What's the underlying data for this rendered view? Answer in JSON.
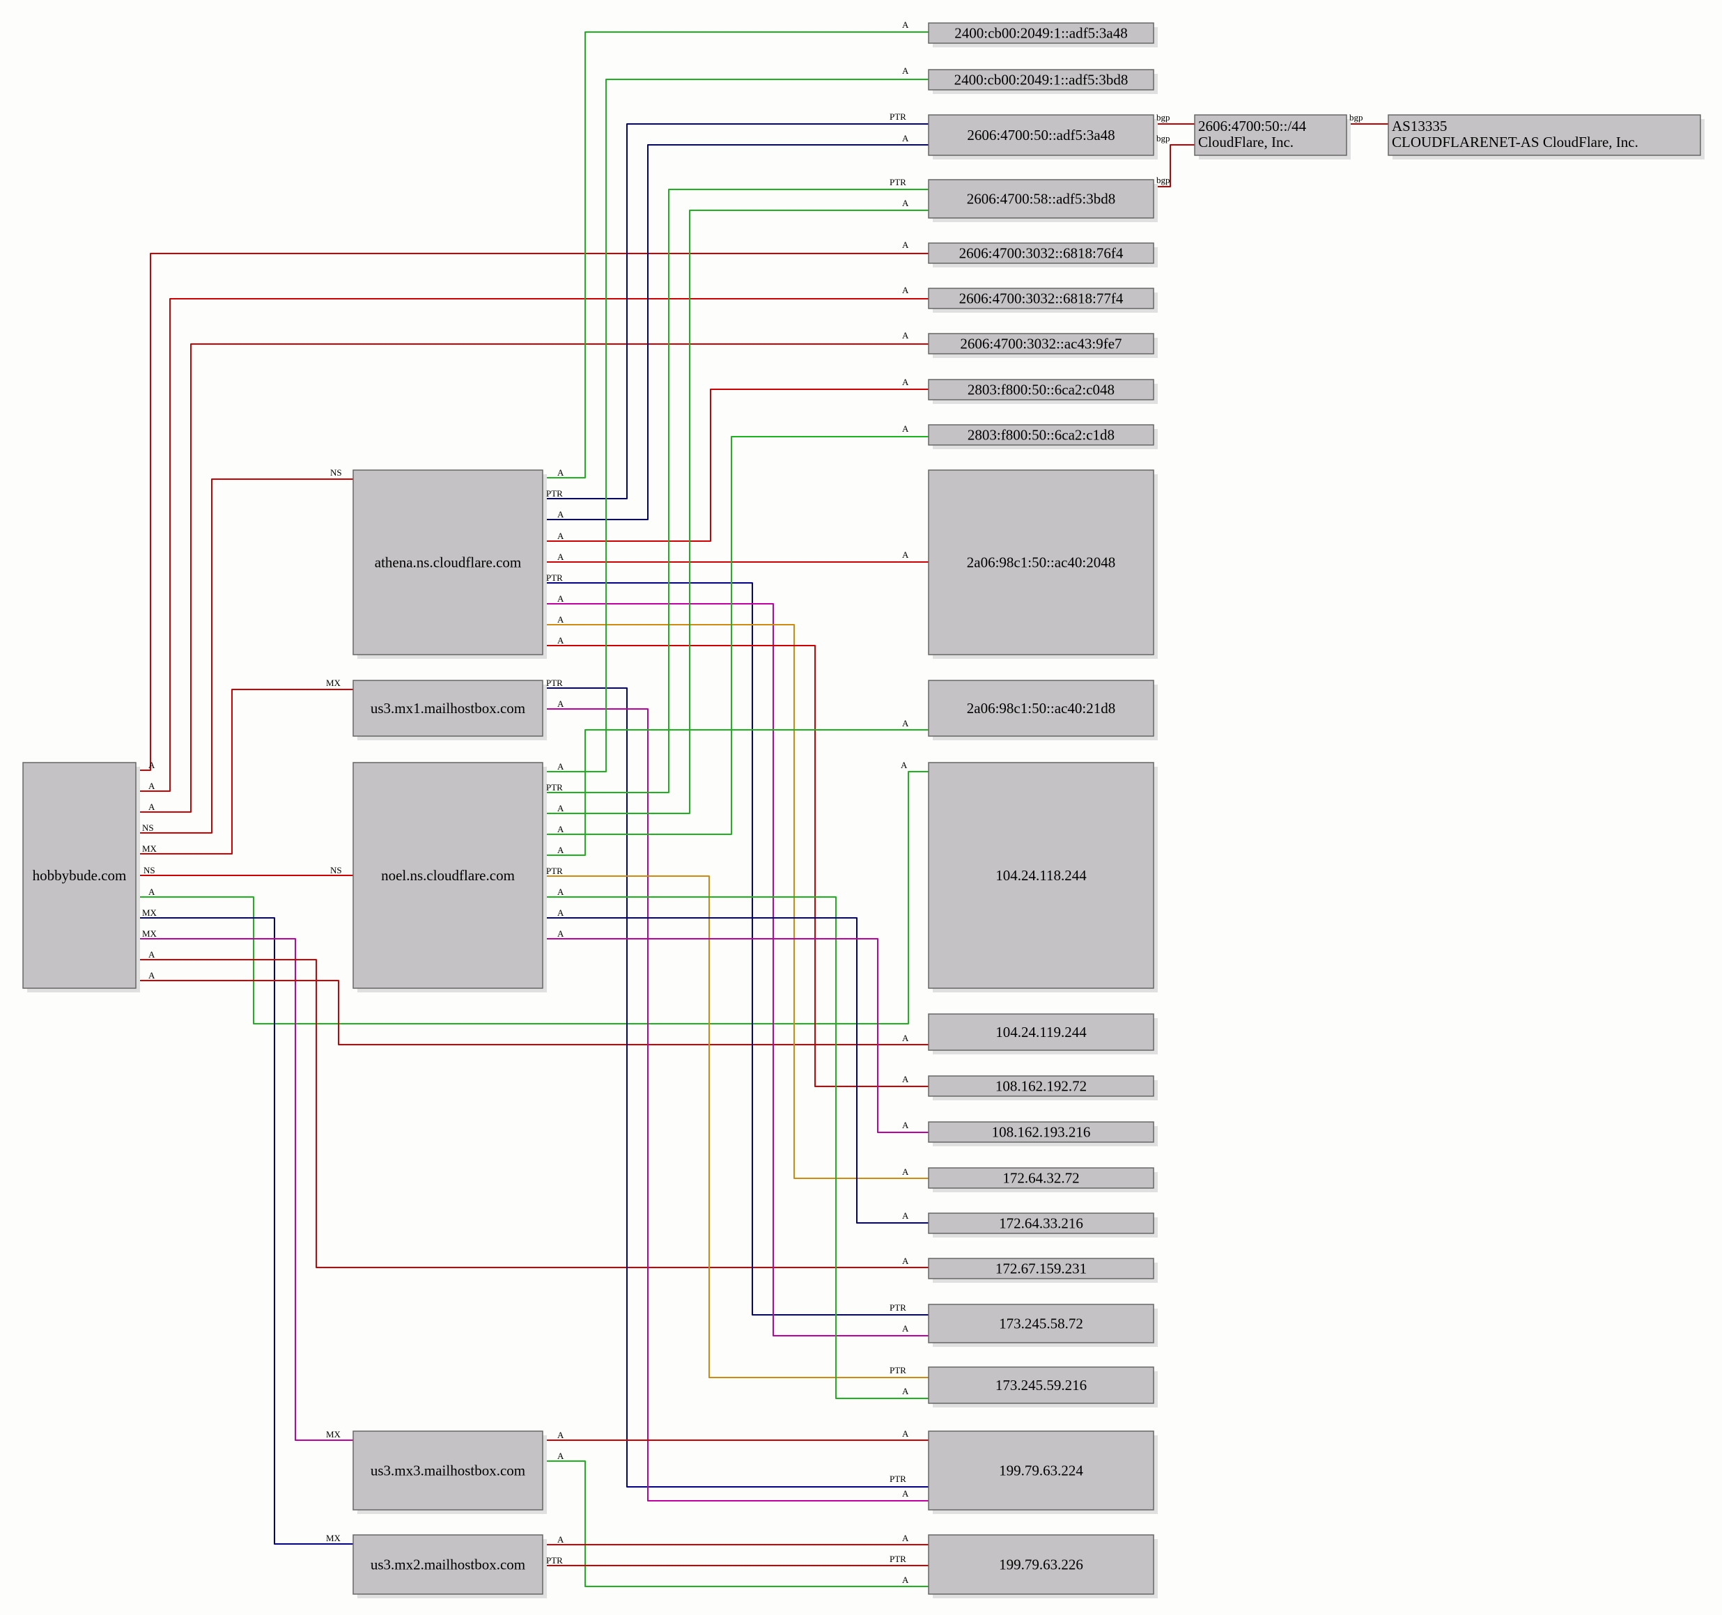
{
  "colors": {
    "A": "#d10000",
    "NS": "#c00000",
    "MX": "#c00000",
    "bgp": "#c00000",
    "green": "#1cb41c",
    "navy": "#000088",
    "magenta": "#c000a0",
    "orange": "#d08a10",
    "node_fill": "#c4c2c4",
    "node_border": "#666666",
    "node_shadow": "#e0e0e0"
  },
  "nodes": [
    {
      "id": "hobby",
      "label": "hobbybude.com"
    },
    {
      "id": "athena",
      "label": "athena.ns.cloudflare.com"
    },
    {
      "id": "mx1",
      "label": "us3.mx1.mailhostbox.com"
    },
    {
      "id": "noel",
      "label": "noel.ns.cloudflare.com"
    },
    {
      "id": "mx3",
      "label": "us3.mx3.mailhostbox.com"
    },
    {
      "id": "mx2",
      "label": "us3.mx2.mailhostbox.com"
    },
    {
      "id": "v6a",
      "label": "2400:cb00:2049:1::adf5:3a48"
    },
    {
      "id": "v6b",
      "label": "2400:cb00:2049:1::adf5:3bd8"
    },
    {
      "id": "v6c",
      "label": "2606:4700:50::adf5:3a48"
    },
    {
      "id": "v6d",
      "label": "2606:4700:58::adf5:3bd8"
    },
    {
      "id": "v6e",
      "label": "2606:4700:3032::6818:76f4"
    },
    {
      "id": "v6f",
      "label": "2606:4700:3032::6818:77f4"
    },
    {
      "id": "v6g",
      "label": "2606:4700:3032::ac43:9fe7"
    },
    {
      "id": "v6h",
      "label": "2803:f800:50::6ca2:c048"
    },
    {
      "id": "v6i",
      "label": "2803:f800:50::6ca2:c1d8"
    },
    {
      "id": "v6j",
      "label": "2a06:98c1:50::ac40:2048"
    },
    {
      "id": "v6k",
      "label": "2a06:98c1:50::ac40:21d8"
    },
    {
      "id": "ip1",
      "label": "104.24.118.244"
    },
    {
      "id": "ip2",
      "label": "104.24.119.244"
    },
    {
      "id": "ip3",
      "label": "108.162.192.72"
    },
    {
      "id": "ip4",
      "label": "108.162.193.216"
    },
    {
      "id": "ip5",
      "label": "172.64.32.72"
    },
    {
      "id": "ip6",
      "label": "172.64.33.216"
    },
    {
      "id": "ip7",
      "label": "172.67.159.231"
    },
    {
      "id": "ip8",
      "label": "173.245.58.72"
    },
    {
      "id": "ip9",
      "label": "173.245.59.216"
    },
    {
      "id": "ip10",
      "label": "199.79.63.224"
    },
    {
      "id": "ip11",
      "label": "199.79.63.226"
    },
    {
      "id": "net",
      "label": [
        "2606:4700:50::/44",
        "CloudFlare, Inc."
      ]
    },
    {
      "id": "asn",
      "label": [
        "AS13335",
        "CLOUDFLARENET-AS CloudFlare, Inc."
      ]
    }
  ],
  "edge_labels": {
    "A": "A",
    "PTR": "PTR",
    "NS": "NS",
    "MX": "MX",
    "bgp": "bgp"
  }
}
